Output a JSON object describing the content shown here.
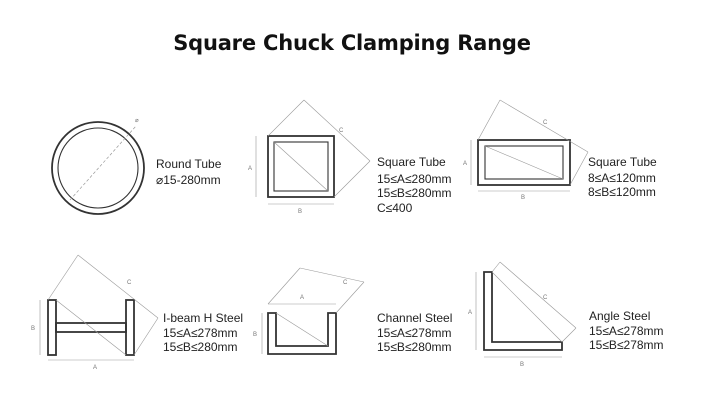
{
  "title": "Square Chuck Clamping Range",
  "shapes": [
    {
      "id": "round-tube",
      "name": "Round Tube",
      "specs": [
        "⌀15-280mm"
      ],
      "dims": [
        "⌀"
      ]
    },
    {
      "id": "square-tube-1",
      "name": "Square Tube",
      "specs": [
        "15≤A≤280mm",
        "15≤B≤280mm",
        "C≤400"
      ],
      "dims": [
        "A",
        "B",
        "C"
      ]
    },
    {
      "id": "square-tube-2",
      "name": "Square Tube",
      "specs": [
        "8≤A≤120mm",
        "8≤B≤120mm"
      ],
      "dims": [
        "A",
        "B",
        "C"
      ]
    },
    {
      "id": "i-beam",
      "name": "I-beam H Steel",
      "specs": [
        "15≤A≤278mm",
        "15≤B≤280mm"
      ],
      "dims": [
        "A",
        "B",
        "C"
      ]
    },
    {
      "id": "channel-steel",
      "name": "Channel Steel",
      "specs": [
        "15≤A≤278mm",
        "15≤B≤280mm"
      ],
      "dims": [
        "A",
        "B",
        "C"
      ]
    },
    {
      "id": "angle-steel",
      "name": "Angle Steel",
      "specs": [
        "15≤A≤278mm",
        "15≤B≤278mm"
      ],
      "dims": [
        "A",
        "B",
        "C"
      ]
    }
  ]
}
